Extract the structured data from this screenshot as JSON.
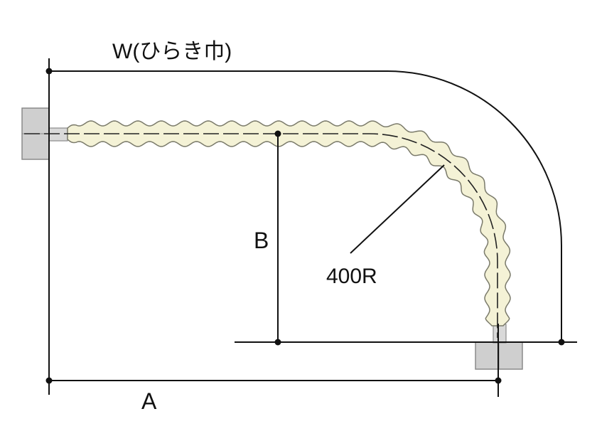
{
  "labels": {
    "width": "W(ひらき巾)",
    "dim_a": "A",
    "dim_b": "B",
    "radius": "400R"
  },
  "colors": {
    "line": "#111111",
    "hose_fill": "#f4f2d6",
    "hose_stroke": "#7a7a6a",
    "bracket_fill": "#cfcfcf",
    "bracket_stroke": "#8a8a8a"
  }
}
